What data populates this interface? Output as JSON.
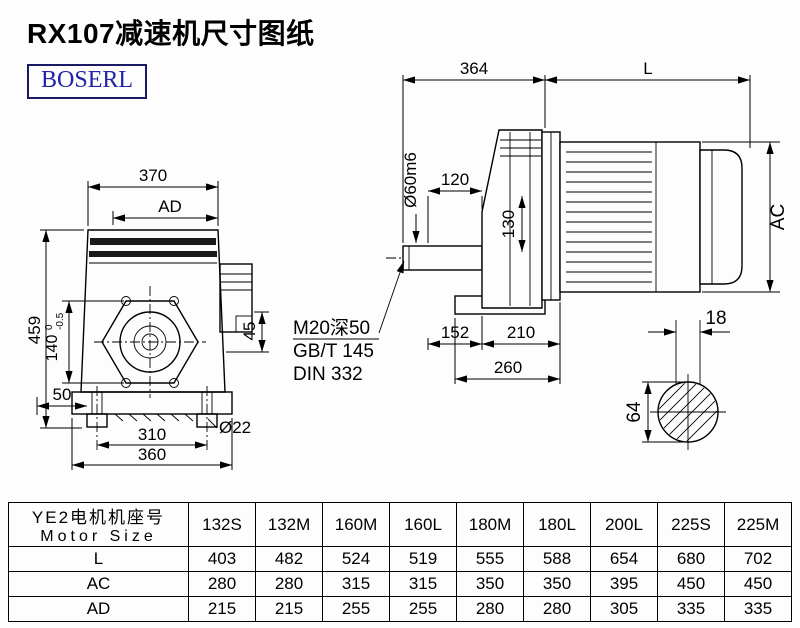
{
  "page": {
    "title": "RX107减速机尺寸图纸",
    "brand": "BOSERL"
  },
  "colors": {
    "line": "#000000",
    "brand_text": "#2222aa",
    "brand_border": "#191965",
    "background": "#fdfdfd"
  },
  "front_view": {
    "dim_370": "370",
    "dim_ad": "AD",
    "dim_459": "459",
    "dim_140": "140",
    "dim_140_tol_upper": "0",
    "dim_140_tol_lower": "-0.5",
    "dim_45": "45",
    "dim_50": "50",
    "dim_hole": "Ø22",
    "dim_310": "310",
    "dim_360": "360"
  },
  "side_view": {
    "dim_364": "364",
    "dim_l": "L",
    "dim_ac": "AC",
    "dim_shaft": "Ø60m6",
    "dim_120": "120",
    "dim_130": "130",
    "note_line1": "M20深50",
    "note_line2": "GB/T 145",
    "note_line3": "DIN 332",
    "dim_152": "152",
    "dim_210": "210",
    "dim_260": "260"
  },
  "shaft_detail": {
    "dim_18": "18",
    "dim_64": "64"
  },
  "table": {
    "header_line1": "YE2电机机座号",
    "header_line2": "Motor Size",
    "columns": [
      "132S",
      "132M",
      "160M",
      "160L",
      "180M",
      "180L",
      "200L",
      "225S",
      "225M"
    ],
    "rows": [
      {
        "label": "L",
        "values": [
          "403",
          "482",
          "524",
          "519",
          "555",
          "588",
          "654",
          "680",
          "702"
        ]
      },
      {
        "label": "AC",
        "values": [
          "280",
          "280",
          "315",
          "315",
          "350",
          "350",
          "395",
          "450",
          "450"
        ]
      },
      {
        "label": "AD",
        "values": [
          "215",
          "215",
          "255",
          "255",
          "280",
          "280",
          "305",
          "335",
          "335"
        ]
      }
    ]
  }
}
